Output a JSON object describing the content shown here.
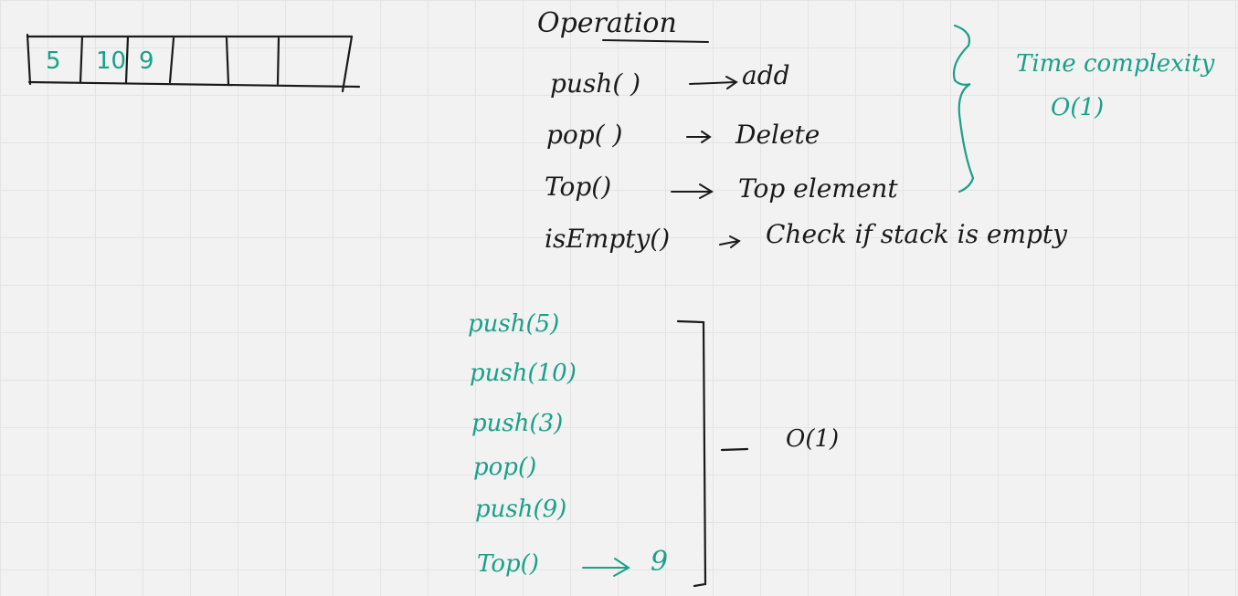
{
  "array": {
    "values": [
      "5",
      "10",
      "9",
      "",
      "",
      ""
    ],
    "colors": {
      "ink": "#1a1a1a",
      "accent": "#1aa08a"
    }
  },
  "operations": {
    "heading": "Operation",
    "items": [
      {
        "op": "push( )",
        "desc": "add"
      },
      {
        "op": "pop( )",
        "desc": "Delete"
      },
      {
        "op": "Top()",
        "desc": "Top element"
      },
      {
        "op": "isEmpty()",
        "desc": "Check if stack is empty"
      }
    ],
    "complexity_label": "Time complexity",
    "complexity_value": "O(1)"
  },
  "example": {
    "steps": [
      "push(5)",
      "push(10)",
      "push(3)",
      "pop()",
      "push(9)"
    ],
    "top_call": "Top()",
    "top_result": "9",
    "complexity": "O(1)"
  }
}
